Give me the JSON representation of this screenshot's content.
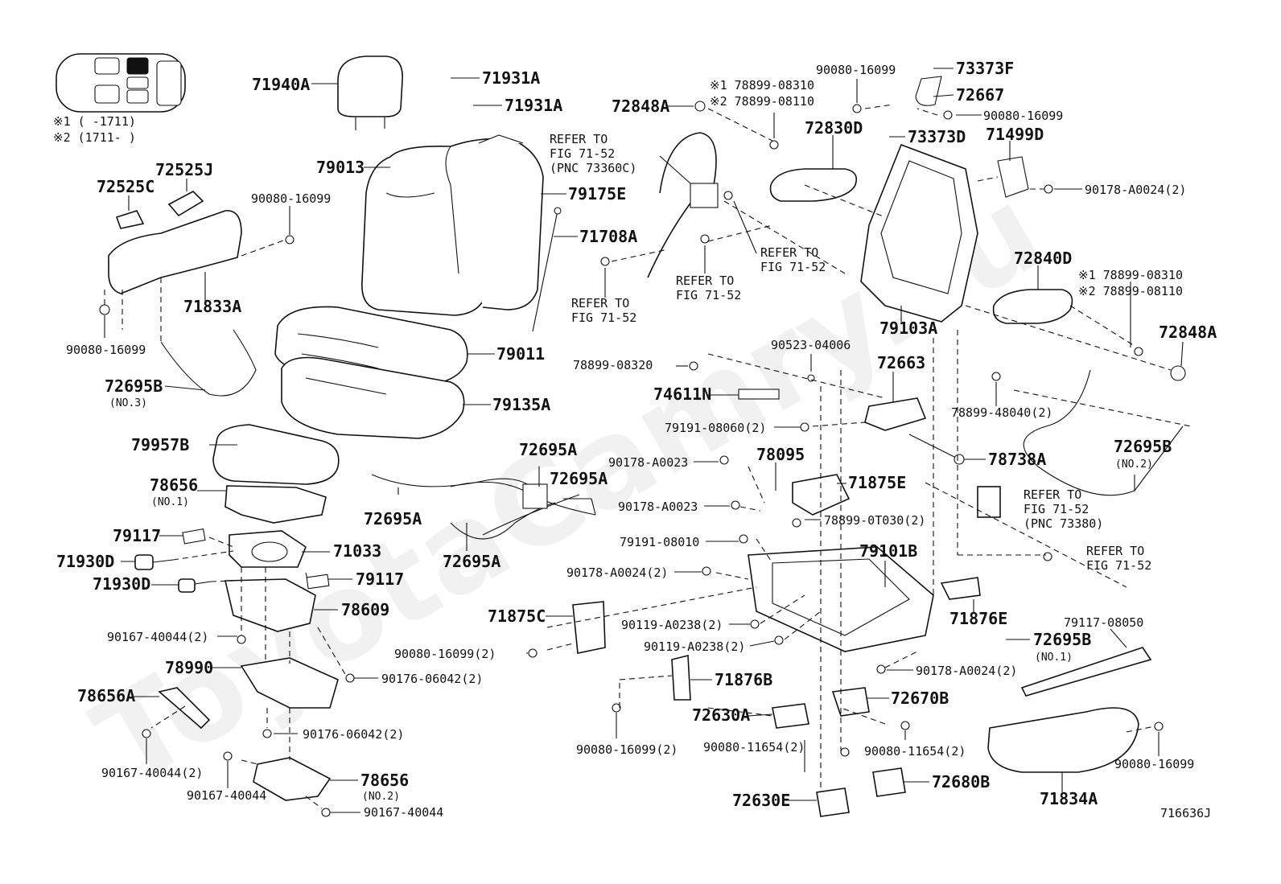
{
  "watermark": "ToyotaCamry.ru",
  "figure_code": "716636J",
  "legend": {
    "note1": "※1 (     -1711)",
    "note2": "※2 (1711-     )"
  },
  "labels": {
    "p71940A": "71940A",
    "p71931A_1": "71931A",
    "p71931A_2": "71931A",
    "p79013": "79013",
    "p79175E": "79175E",
    "p71708A": "71708A",
    "p79011": "79011",
    "p79135A": "79135A",
    "p79957B": "79957B",
    "p78656_1": "78656",
    "p78656_1_sub": "(NO.1)",
    "p79117_1": "79117",
    "p71033": "71033",
    "p71930D_1": "71930D",
    "p71930D_2": "71930D",
    "p79117_2": "79117",
    "p78609": "78609",
    "p90167_40044_2a": "90167-40044(2)",
    "p78990": "78990",
    "p90176_06042_2a": "90176-06042(2)",
    "p78656A": "78656A",
    "p90176_06042_2b": "90176-06042(2)",
    "p90167_40044_2b": "90167-40044(2)",
    "p90167_40044_a": "90167-40044",
    "p78656_2": "78656",
    "p78656_2_sub": "(NO.2)",
    "p90167_40044_b": "90167-40044",
    "p72525J": "72525J",
    "p72525C": "72525C",
    "p90080_16099_a": "90080-16099",
    "p71833A": "71833A",
    "p90080_16099_b": "90080-16099",
    "p72695B_1": "72695B",
    "p72695B_1_sub": "(NO.3)",
    "p72695A_1": "72695A",
    "p72695A_2": "72695A",
    "p72695A_3": "72695A",
    "p72695A_4": "72695A",
    "ref1_l1": "REFER TO",
    "ref1_l2": "FIG 71-52",
    "ref1_l3": "(PNC 73360C)",
    "ref2_l1": "REFER TO",
    "ref2_l2": "FIG 71-52",
    "ref3_l1": "REFER TO",
    "ref3_l2": "FIG 71-52",
    "ref4_l1": "REFER TO",
    "ref4_l2": "FIG 71-52",
    "ref5_l1": "REFER TO",
    "ref5_l2": "FIG 71-52",
    "ref5_l3": "(PNC 73380)",
    "ref6_l1": "REFER TO",
    "ref6_l2": "FIG 71-52",
    "p72848A_1": "72848A",
    "p78899_08310_a": "※1 78899-08310",
    "p78899_08110_a": "※2 78899-08110",
    "p72830D": "72830D",
    "p90080_16099_c": "90080-16099",
    "p73373F": "73373F",
    "p72667": "72667",
    "p90080_16099_d": "90080-16099",
    "p73373D": "73373D",
    "p71499D": "71499D",
    "p90178_A0024_2a": "90178-A0024(2)",
    "p72840D": "72840D",
    "p78899_08310_b": "※1 78899-08310",
    "p78899_08110_b": "※2 78899-08110",
    "p72848A_2": "72848A",
    "p79103A": "79103A",
    "p90523_04006": "90523-04006",
    "p72663": "72663",
    "p78899_08320": "78899-08320",
    "p74611N": "74611N",
    "p79191_08060_2": "79191-08060(2)",
    "p78899_48040_2": "78899-48040(2)",
    "p78738A": "78738A",
    "p72695B_2": "72695B",
    "p72695B_2_sub": "(NO.2)",
    "p90178_A0023_a": "90178-A0023",
    "p78095": "78095",
    "p71875E": "71875E",
    "p90178_A0023_b": "90178-A0023",
    "p78899_0T030_2": "78899-0T030(2)",
    "p79191_08010": "79191-08010",
    "p79101B": "79101B",
    "p90178_A0024_2b": "90178-A0024(2)",
    "p71875C": "71875C",
    "p90119_A0238_2a": "90119-A0238(2)",
    "p90080_16099_2a": "90080-16099(2)",
    "p90119_A0238_2b": "90119-A0238(2)",
    "p71876E": "71876E",
    "p72695B_3": "72695B",
    "p72695B_3_sub": "(NO.1)",
    "p79117_08050": "79117-08050",
    "p90178_A0024_2c": "90178-A0024(2)",
    "p71876B": "71876B",
    "p72670B": "72670B",
    "p72630A": "72630A",
    "p90080_16099_2b": "90080-16099(2)",
    "p90080_11654_2a": "90080-11654(2)",
    "p90080_11654_2b": "90080-11654(2)",
    "p72680B": "72680B",
    "p72630E": "72630E",
    "p71834A": "71834A",
    "p90080_16099_e": "90080-16099"
  }
}
